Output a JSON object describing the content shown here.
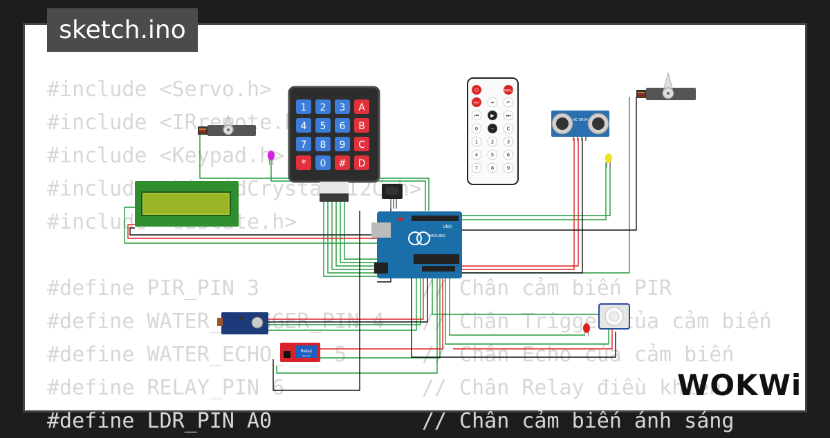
{
  "title": "sketch.ino",
  "brand": "WOKWi",
  "code_lines": [
    "#include <Servo.h>",
    "#include <IRremote.h>",
    "#include <Keypad.h>",
    "#include <LiquidCrystal_I2C.h>",
    "#include <ezState.h>",
    "",
    "#define PIR_PIN 3             // Chân cảm biến PIR",
    "#define WATER_TRIGGER_PIN 4   // Chân Trigger của cảm biến",
    "#define WATER_ECHO_PIN 5      // Chân Echo của cảm biến",
    "#define RELAY_PIN 6           // Chân Relay điều khiển",
    "#define LDR_PIN A0            // Chân cảm biến ánh sáng"
  ],
  "keypad": {
    "keys": [
      "1",
      "2",
      "3",
      "A",
      "4",
      "5",
      "6",
      "B",
      "7",
      "8",
      "9",
      "C",
      "*",
      "0",
      "#",
      "D"
    ]
  },
  "remote": {
    "top": [
      "⏻",
      "MENU"
    ],
    "row2": [
      "TEST",
      "+",
      "↶"
    ],
    "row3": [
      "⏮",
      "▶",
      "⏭"
    ],
    "row4": [
      "0",
      "−",
      "C"
    ],
    "digits": [
      "1",
      "2",
      "3",
      "4",
      "5",
      "6",
      "7",
      "8",
      "9"
    ]
  },
  "arduino": {
    "brand": "ARDUINO",
    "model": "UNO"
  },
  "relay": {
    "label": "Relay",
    "sub": "Module"
  },
  "sensor_label": "HC-SR04",
  "colors": {
    "keypad_blue": "#3b7dd8",
    "keypad_red": "#e0313d",
    "lcd_green": "#2f8f2f",
    "lcd_screen": "#a6c02e",
    "arduino_teal": "#1b6fa8",
    "wire_green": "#1e9a3a",
    "wire_red": "#e02020",
    "wire_black": "#111111"
  }
}
